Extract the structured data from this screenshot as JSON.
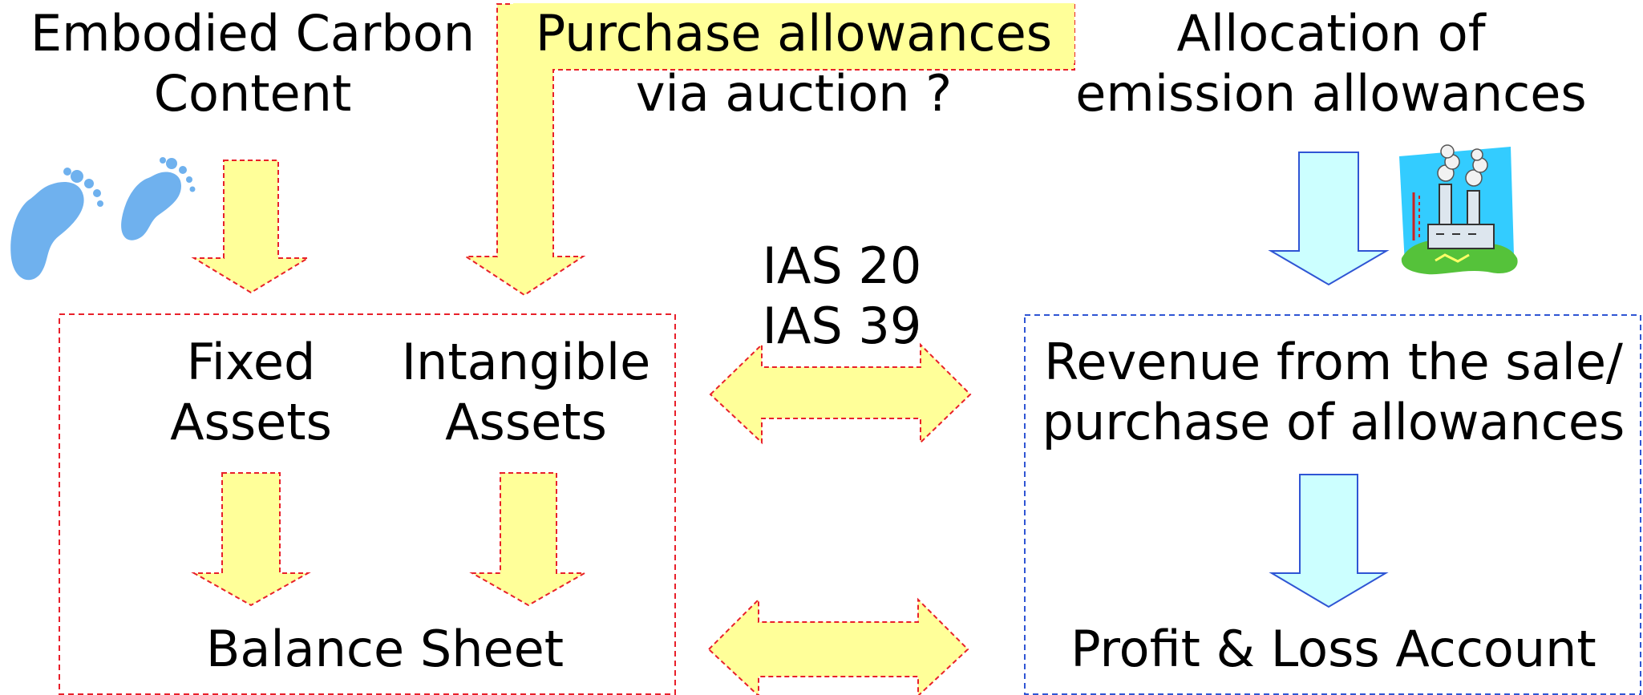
{
  "labels": {
    "embodied_carbon": [
      "Embodied Carbon",
      "Content"
    ],
    "purchase_allowances": [
      "Purchase allowances",
      "via auction ?"
    ],
    "allocation_allowances": [
      "Allocation of",
      "emission allowances"
    ],
    "ias": [
      "IAS 20",
      "IAS 39"
    ],
    "fixed_assets": [
      "Fixed",
      "Assets"
    ],
    "intangible_assets": [
      "Intangible",
      "Assets"
    ],
    "revenue": [
      "Revenue from the sale/",
      "purchase of allowances"
    ],
    "balance_sheet": "Balance Sheet",
    "profit_loss": "Profit & Loss Account"
  },
  "colors": {
    "yellow_fill": "#ffff99",
    "red_dash": "#e8202a",
    "cyan_fill": "#ccffff",
    "blue_stroke": "#2f55d4",
    "footprint_blue": "#6fb1ee",
    "factory_sky": "#33ccff",
    "factory_ground": "#55c23a"
  },
  "icons": {
    "footprints": "footprints-icon",
    "factory": "factory-pollution-icon"
  }
}
